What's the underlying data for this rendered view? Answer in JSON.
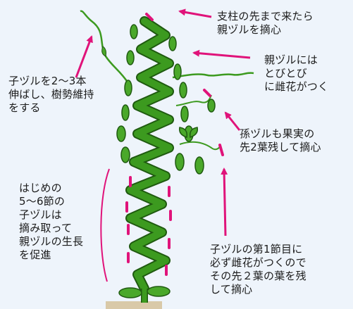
{
  "colors": {
    "background": "#eef4fb",
    "stem": "#3c9a1f",
    "stem_outline": "#1f5a10",
    "leaf": "#4aa82a",
    "mark": "#e0137a",
    "text": "#1b1b1b"
  },
  "annotations": {
    "top_right": "支柱の先まで来たら\n親ヅルを摘心",
    "right_upper": "親ヅルには\nとびとび\nに雌花がつく",
    "left_upper": "子ヅルを2〜3本\n伸ばし、樹勢維持\nをする",
    "right_middle": "孫ヅルも果実の\n先2葉残して摘心",
    "left_lower": "はじめの\n5〜6節の\n子ヅルは\n摘み取って\n親ヅルの生長\nを促進",
    "bottom_right": "子ヅルの第1節目に\n必ず雌花がつくので\nその先２葉の葉を残\nして摘心"
  }
}
